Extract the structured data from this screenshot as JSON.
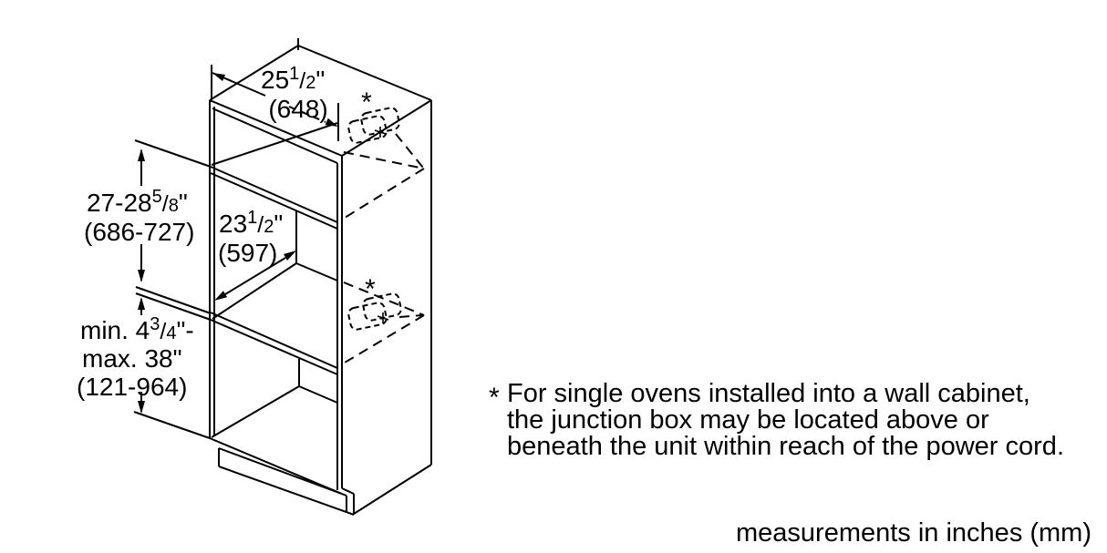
{
  "diagram": {
    "width_dim": {
      "whole": "25",
      "num": "1",
      "slash": "/",
      "den": "2",
      "mark": "\"",
      "mm": "(648)"
    },
    "cutout_height_dim": {
      "whole": "27-28",
      "num": "5",
      "slash": "/",
      "den": "8",
      "mark": "\"",
      "mm": "(686-727)"
    },
    "depth_dim": {
      "whole": "23",
      "num": "1",
      "slash": "/",
      "den": "2",
      "mark": "\"",
      "mm": "(597)"
    },
    "clearance_dim": {
      "pre": "min. 4",
      "num": "3",
      "slash": "/",
      "den": "4",
      "post": "\"-",
      "line2": "max. 38\"",
      "mm": "(121-964)"
    },
    "top_jbox_marker": "*",
    "mid_jbox_marker": "*",
    "note": {
      "marker": "*",
      "line1": "For single ovens installed into a wall cabinet,",
      "line2": "the junction box may be located above or",
      "line3": "beneath the unit within reach of the power cord."
    },
    "caption": "measurements in inches (mm)"
  }
}
